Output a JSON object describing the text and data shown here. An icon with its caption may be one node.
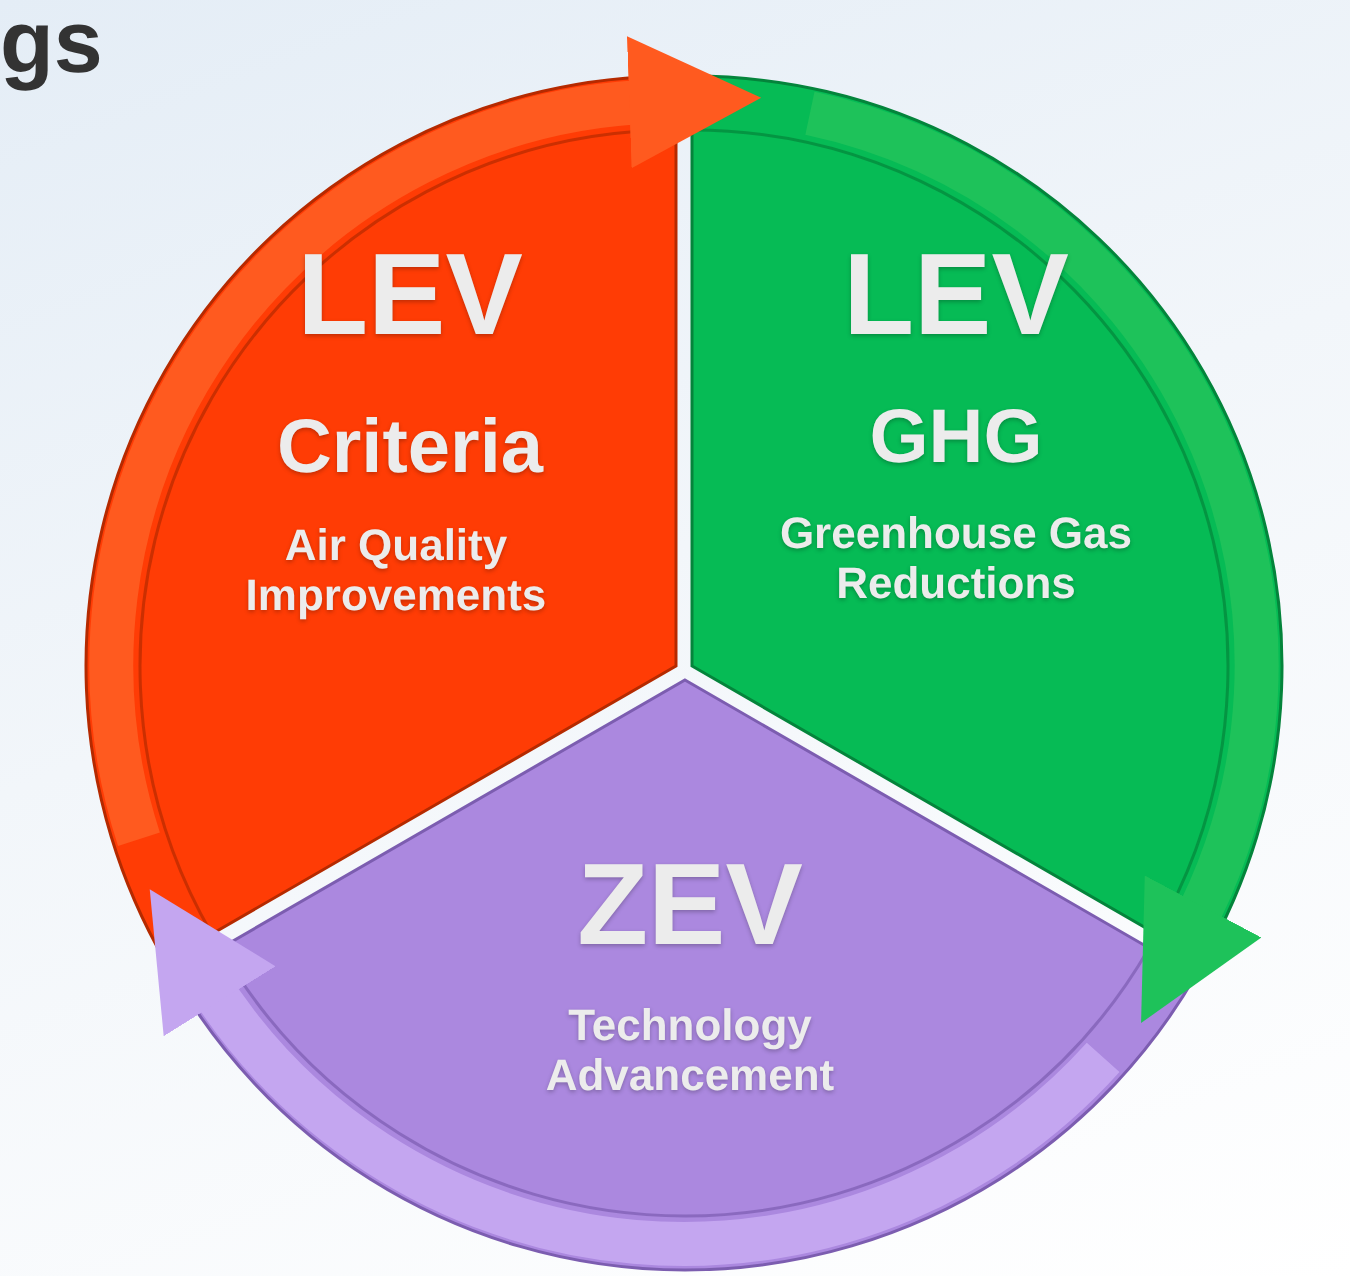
{
  "diagram": {
    "nodes": [
      {
        "text": [
          "LEV",
          "Criteria",
          "Air Quality Improvements"
        ]
      },
      {
        "text": [
          "LEV",
          "GHG",
          "Greenhouse Gas Reductions"
        ]
      },
      {
        "text": [
          "ZEV",
          "Technology Advancement"
        ]
      }
    ],
    "edges": [
      {
        "from": 0,
        "to": 1,
        "arrow": "to",
        "color": "#ff5a1f"
      },
      {
        "from": 1,
        "to": 2,
        "arrow": "to",
        "color": "#1ec25a"
      },
      {
        "from": 2,
        "to": 0,
        "arrow": "to",
        "color": "#c4a6f0"
      }
    ],
    "labels": [
      "gs"
    ]
  }
}
